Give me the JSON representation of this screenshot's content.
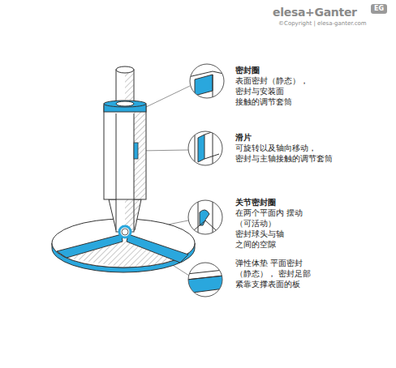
{
  "diagram": {
    "labels": [
      "elesa+Ganter",
      "EG",
      "©Copyright | elesa-ganter.com",
      "密封圈",
      "表面密封（静态）， 密封与安装面 接触的调节套筒",
      "滑片",
      "可旋转以及轴向移动， 密封与主轴接触的调节套筒",
      "关节密封圈",
      "在两个平面内 摆动（可活动） 密封球头与轴 之间的空隙",
      "弹性体垫 平面密封（静态）， 密封足部 紧靠支撑表面的板"
    ]
  }
}
